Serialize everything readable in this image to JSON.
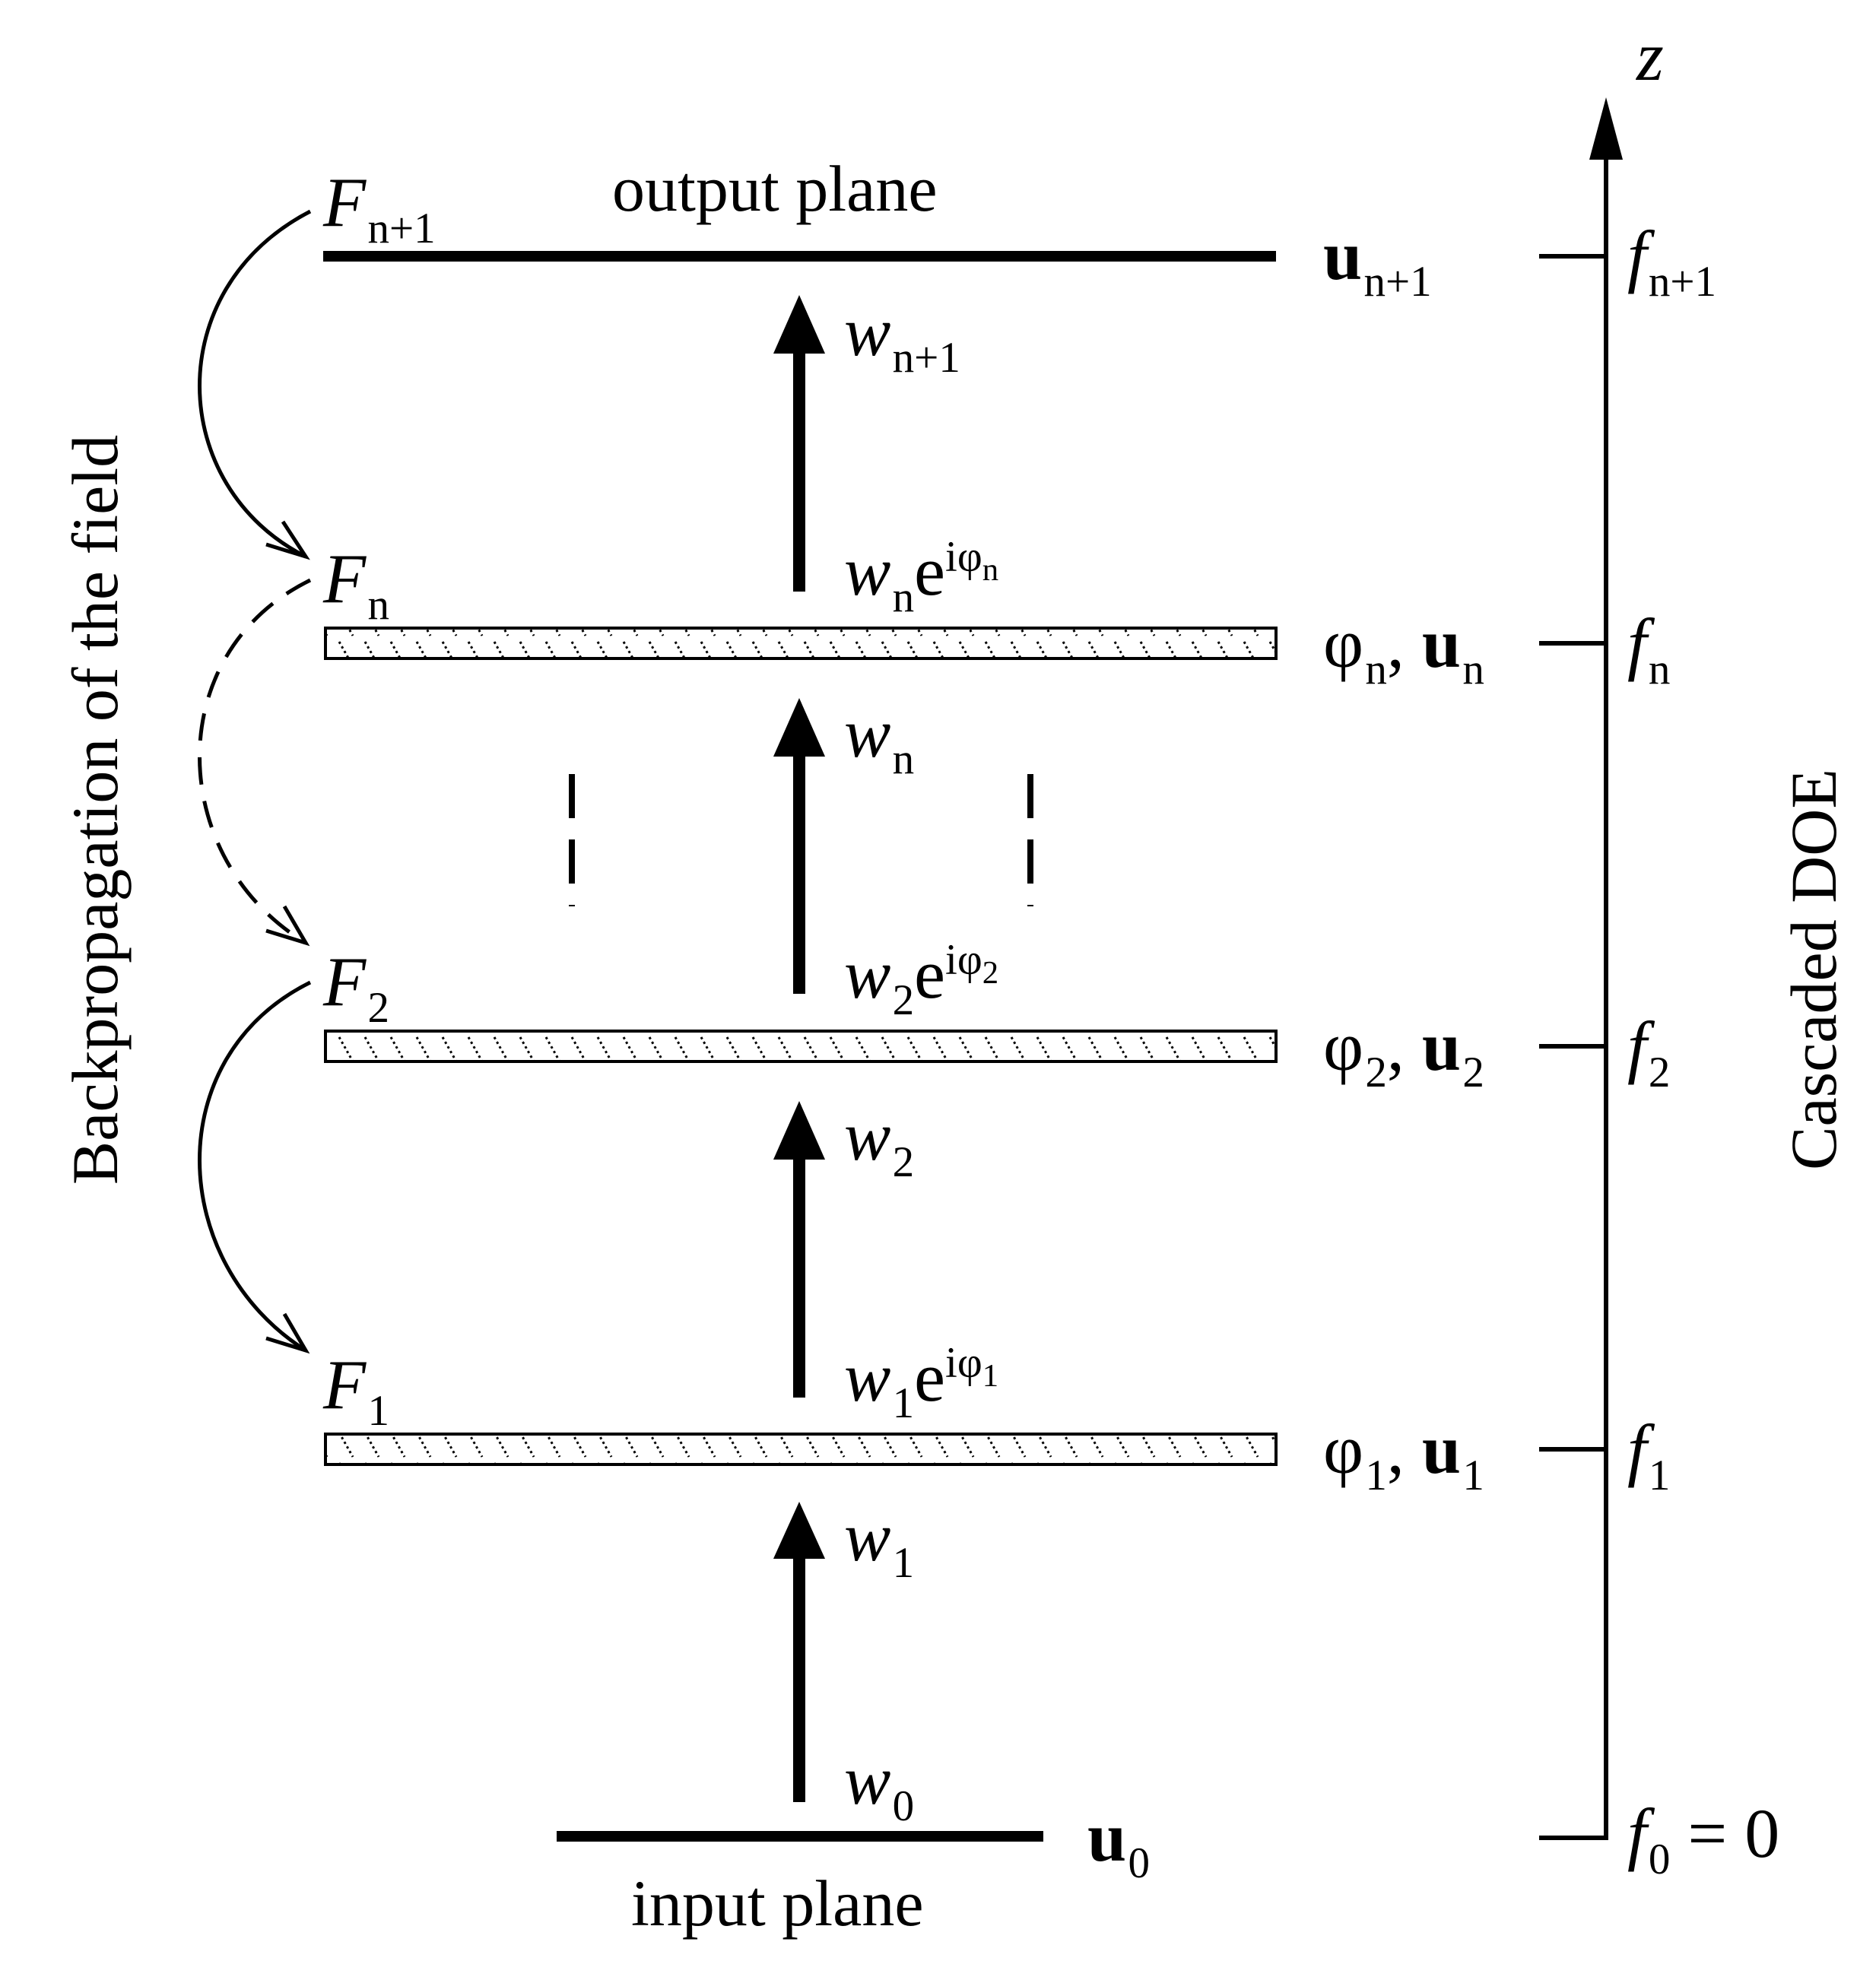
{
  "diagram": {
    "output_plane_label": "output plane",
    "input_plane_label": "input plane",
    "left_side_label": "Backpropagation of the field",
    "right_side_label": "Cascaded DOE",
    "axis_label": "z",
    "F_symbol": "F",
    "w_symbol": "w",
    "u_symbol": "u",
    "f_symbol": "f",
    "phi_symbol": "φ",
    "exp_symbol": "e",
    "imag_unit": "i",
    "comma": ",",
    "equals_zero": "= 0",
    "idx_n1": "n+1",
    "idx_n": "n",
    "idx_2": "2",
    "idx_1": "1",
    "idx_0": "0"
  }
}
